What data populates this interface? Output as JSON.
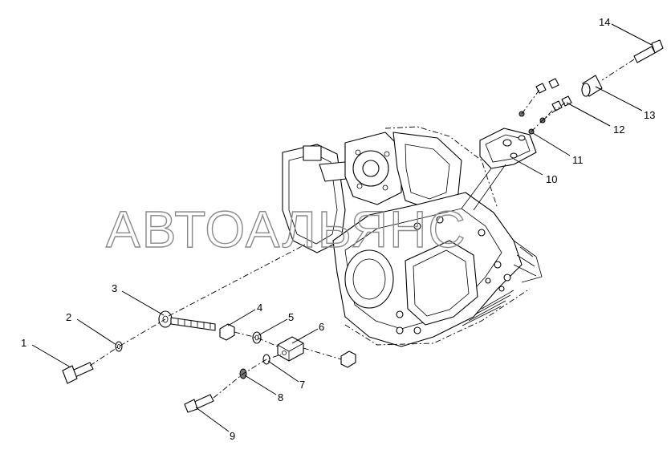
{
  "watermark": "АВТОАЛЬЯНС",
  "callouts": [
    {
      "label": "1"
    },
    {
      "label": "2"
    },
    {
      "label": "3"
    },
    {
      "label": "4"
    },
    {
      "label": "5"
    },
    {
      "label": "6"
    },
    {
      "label": "7"
    },
    {
      "label": "8"
    },
    {
      "label": "9"
    },
    {
      "label": "10"
    },
    {
      "label": "11"
    },
    {
      "label": "12"
    },
    {
      "label": "13"
    },
    {
      "label": "14"
    }
  ]
}
